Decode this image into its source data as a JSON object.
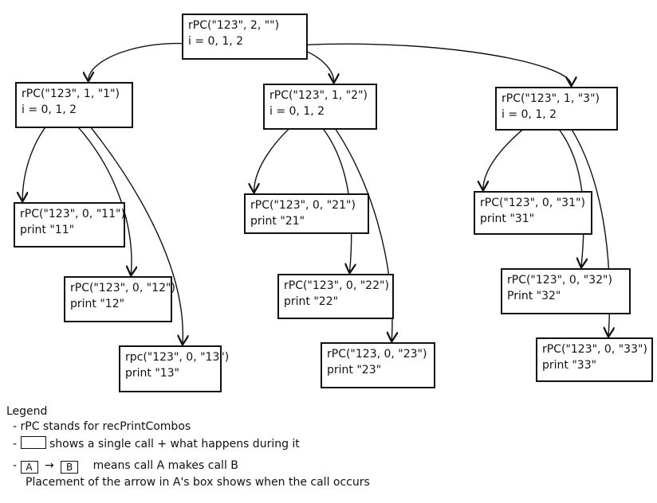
{
  "nodes": [
    {
      "id": "root",
      "call": "rPC(\"123\", 2, \"\")",
      "line2": "i = 0, 1, 2"
    },
    {
      "id": "n1",
      "call": "rPC(\"123\", 1, \"1\")",
      "line2": "i = 0, 1, 2"
    },
    {
      "id": "n2",
      "call": "rPC(\"123\", 1, \"2\")",
      "line2": "i = 0, 1, 2"
    },
    {
      "id": "n3",
      "call": "rPC(\"123\", 1, \"3\")",
      "line2": "i = 0, 1, 2"
    },
    {
      "id": "n11",
      "call": "rPC(\"123\", 0, \"11\")",
      "line2": "print \"11\""
    },
    {
      "id": "n12",
      "call": "rPC(\"123\", 0, \"12\")",
      "line2": "print \"12\""
    },
    {
      "id": "n13",
      "call": "rpc(\"123\", 0, \"13\")",
      "line2": "print \"13\""
    },
    {
      "id": "n21",
      "call": "rPC(\"123\", 0, \"21\")",
      "line2": "print \"21\""
    },
    {
      "id": "n22",
      "call": "rPC(\"123\", 0, \"22\")",
      "line2": "print \"22\""
    },
    {
      "id": "n23",
      "call": "rPC(\"123, 0, \"23\")",
      "line2": "print \"23\""
    },
    {
      "id": "n31",
      "call": "rPC(\"123\", 0, \"31\")",
      "line2": "print \"31\""
    },
    {
      "id": "n32",
      "call": "rPC(\"123\", 0, \"32\")",
      "line2": "Print \"32\""
    },
    {
      "id": "n33",
      "call": "rPC(\"123\", 0, \"33\")",
      "line2": "print \"33\""
    }
  ],
  "edges": [
    {
      "from": "root",
      "to": "n1"
    },
    {
      "from": "root",
      "to": "n2"
    },
    {
      "from": "root",
      "to": "n3"
    },
    {
      "from": "n1",
      "to": "n11"
    },
    {
      "from": "n1",
      "to": "n12"
    },
    {
      "from": "n1",
      "to": "n13"
    },
    {
      "from": "n2",
      "to": "n21"
    },
    {
      "from": "n2",
      "to": "n22"
    },
    {
      "from": "n2",
      "to": "n23"
    },
    {
      "from": "n3",
      "to": "n31"
    },
    {
      "from": "n3",
      "to": "n32"
    },
    {
      "from": "n3",
      "to": "n33"
    }
  ],
  "legend": {
    "title": "Legend",
    "item1": "- rPC stands for recPrintCombos",
    "item2_prefix": "-",
    "item2_text": "shows a single call + what happens during it",
    "item3_prefix": "-",
    "item3_box_a": "A",
    "item3_box_b": "B",
    "item3_text": "means call A makes call B",
    "item4": "Placement of the arrow in A's box shows when the call occurs"
  }
}
